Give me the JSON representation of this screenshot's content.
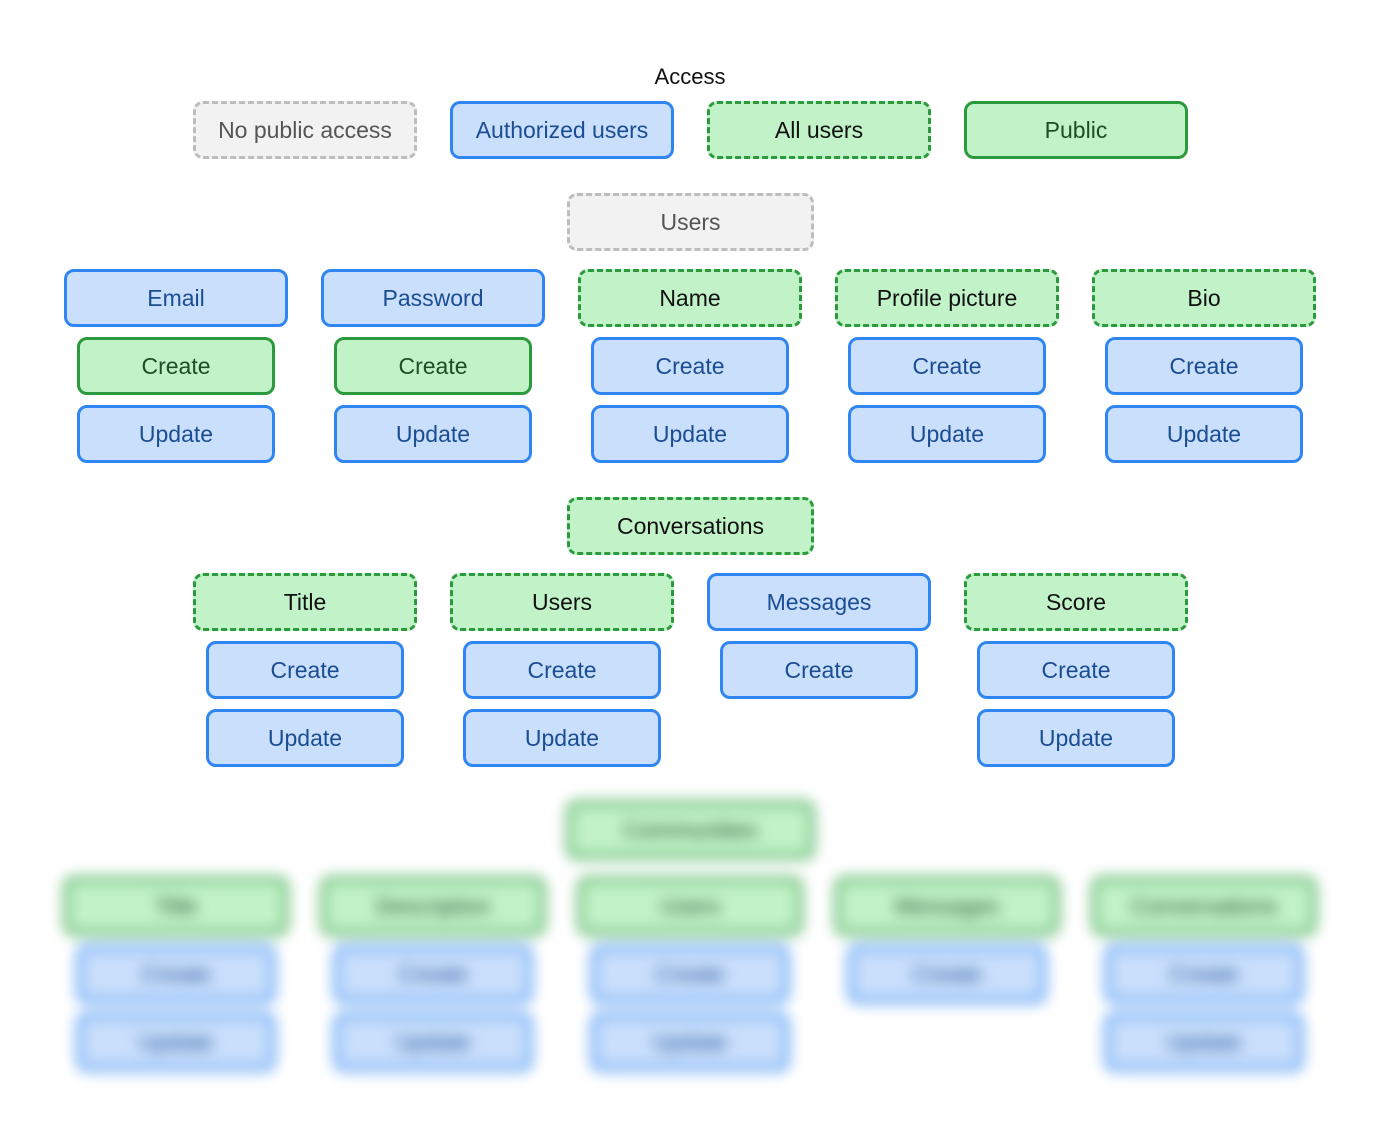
{
  "legend": {
    "title": "Access",
    "items": [
      "No public access",
      "Authorized users",
      "All users",
      "Public"
    ]
  },
  "users": {
    "title": "Users",
    "fields": [
      {
        "name": "Email",
        "actions": [
          "Create",
          "Update"
        ]
      },
      {
        "name": "Password",
        "actions": [
          "Create",
          "Update"
        ]
      },
      {
        "name": "Name",
        "actions": [
          "Create",
          "Update"
        ]
      },
      {
        "name": "Profile picture",
        "actions": [
          "Create",
          "Update"
        ]
      },
      {
        "name": "Bio",
        "actions": [
          "Create",
          "Update"
        ]
      }
    ]
  },
  "conversations": {
    "title": "Conversations",
    "fields": [
      {
        "name": "Title",
        "actions": [
          "Create",
          "Update"
        ]
      },
      {
        "name": "Users",
        "actions": [
          "Create",
          "Update"
        ]
      },
      {
        "name": "Messages",
        "actions": [
          "Create"
        ]
      },
      {
        "name": "Score",
        "actions": [
          "Create",
          "Update"
        ]
      }
    ]
  },
  "communities": {
    "title": "Communities",
    "fields": [
      {
        "name": "Title",
        "actions": [
          "Create",
          "Update"
        ]
      },
      {
        "name": "Description",
        "actions": [
          "Create",
          "Update"
        ]
      },
      {
        "name": "Users",
        "actions": [
          "Create",
          "Update"
        ]
      },
      {
        "name": "Messages",
        "actions": [
          "Create"
        ]
      },
      {
        "name": "Conversations",
        "actions": [
          "Create",
          "Update"
        ]
      }
    ]
  },
  "colors": {
    "no_access_fill": "#f2f2f2",
    "no_access_border": "#bdbdbd",
    "authorized_fill": "#c9dffc",
    "authorized_border": "#2f86f2",
    "all_users_fill": "#c2f2c8",
    "all_users_border": "#2a9a3c",
    "public_fill": "#c2f2c8",
    "public_border": "#2a9a3c"
  }
}
